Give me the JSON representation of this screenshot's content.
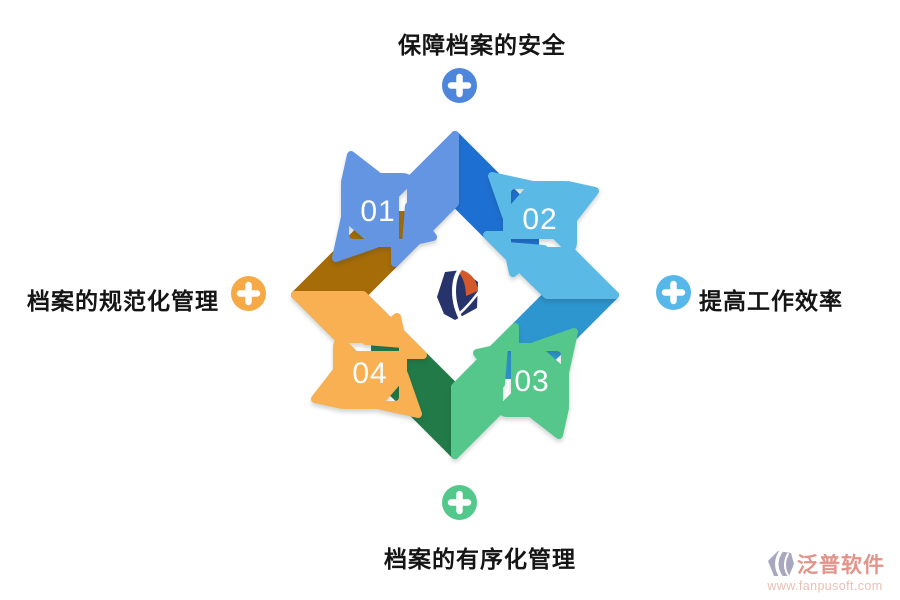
{
  "page": {
    "background": "#ffffff"
  },
  "labels": {
    "top": {
      "text": "保障档案的安全",
      "plus_color": "#4e86db"
    },
    "right": {
      "text": "提高工作效率",
      "plus_color": "#57b7e8"
    },
    "bottom": {
      "text": "档案的有序化管理",
      "plus_color": "#52c98a"
    },
    "left": {
      "text": "档案的规范化管理",
      "plus_color": "#f5aa47"
    }
  },
  "cycle": {
    "number_color": "#ffffff",
    "arrows": [
      {
        "number": "01",
        "position": "top-left",
        "light": "#6495e3",
        "dark": "#1e6fd2"
      },
      {
        "number": "02",
        "position": "top-right",
        "light": "#5bb9e5",
        "dark": "#2d96cf"
      },
      {
        "number": "03",
        "position": "bottom-right",
        "light": "#55c78b",
        "dark": "#217a47"
      },
      {
        "number": "04",
        "position": "bottom-left",
        "light": "#f8b053",
        "dark": "#a66c08"
      }
    ]
  },
  "center_logo": {
    "navy": "#27346b",
    "orange": "#d4592a",
    "swoosh": "#ffffff"
  },
  "watermark": {
    "brand": "泛普软件",
    "url": "www.fanpusoft.com",
    "brand_color": "#e0948a",
    "url_color": "#eabfb4",
    "logo_color": "#a9a7c0"
  }
}
